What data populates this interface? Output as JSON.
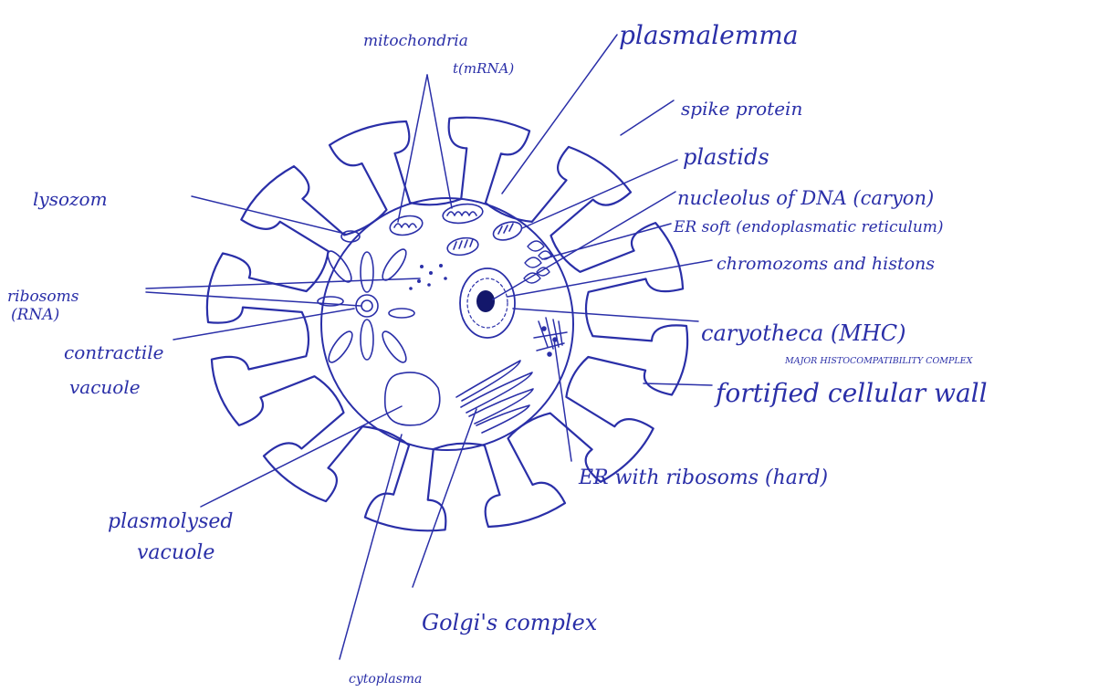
{
  "ink_color": "#2a2fa8",
  "labels": {
    "mitochondria": "mitochondria",
    "t_mrna": "t(mRNA)",
    "plasmalemma": "plasmalemma",
    "spike_protein": "spike protein",
    "plastids": "plastids",
    "lysozom": "lysozom",
    "nucleolus": "nucleolus of DNA (caryon)",
    "er_soft": "ER soft (endoplasmatic reticulum)",
    "chromosomes": "chromozoms and histons",
    "ribosomes_line1": "ribosoms",
    "ribosomes_line2": "(RNA)",
    "karyotheca": "caryotheca (MHC)",
    "mhc_note": "MAJOR HISTOCOMPATIBILITY COMPLEX",
    "contractile_line1": "contractile",
    "contractile_line2": "vacuole",
    "cell_wall": "fortified cellular wall",
    "er_hard": "ER with ribosoms (hard)",
    "plasmolysed_line1": "plasmolysed",
    "plasmolysed_line2": "vacuole",
    "golgi": "Golgi's complex",
    "cytoplasm": "cytoplasma"
  }
}
